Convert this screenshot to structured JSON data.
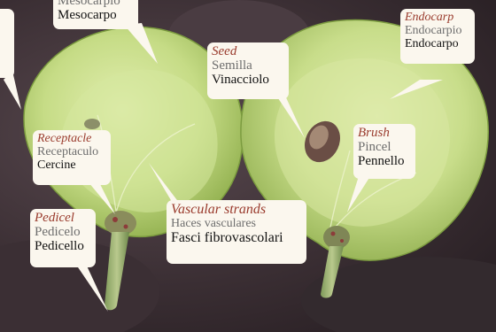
{
  "labels": {
    "mesocarp": {
      "es": "Mesocarpio",
      "it": "Mesocarpo"
    },
    "endocarp": {
      "en": "Endocarp",
      "es": "Endocarpio",
      "it": "Endocarpo"
    },
    "seed": {
      "en": "Seed",
      "es": "Semilla",
      "it": "Vinacciolo"
    },
    "receptacle": {
      "en": "Receptacle",
      "es": "Receptaculo",
      "it": "Cercine"
    },
    "brush": {
      "en": "Brush",
      "es": "Pincel",
      "it": "Pennello"
    },
    "pedicel": {
      "en": "Pedicel",
      "es": "Pedicelo",
      "it": "Pedicello"
    },
    "vascular": {
      "en": "Vascular strands",
      "es": "Haces vasculares",
      "it": "Fasci fibrovascolari"
    }
  },
  "colors": {
    "english_label": "#9a3b2d",
    "spanish_label": "#6e6e6e",
    "italian_label": "#111111",
    "callout_bg": "#fbf7ee",
    "grape_flesh": "#c9df8a",
    "background": "#2a2226"
  }
}
